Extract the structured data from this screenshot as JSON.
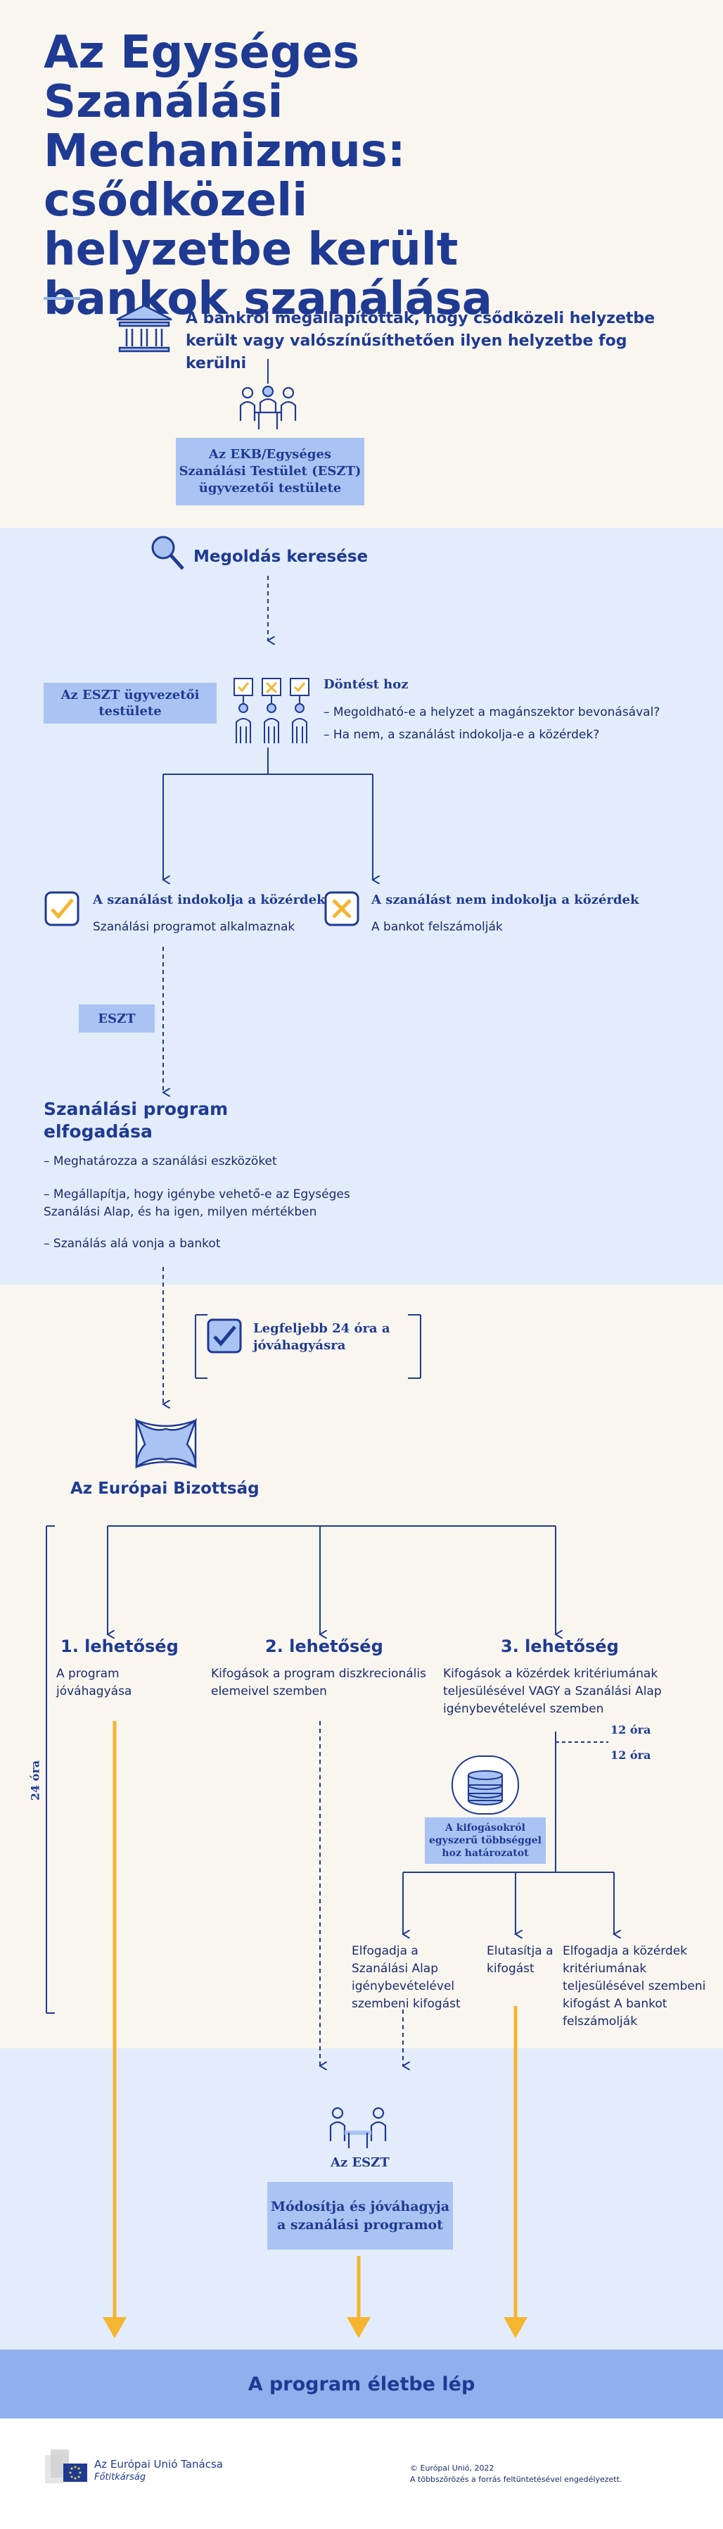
{
  "title": "Az Egységes Szanálási Mechanizmus: csődközeli helyzetbe került bankok szanálása",
  "intro": "A bankról megállapították, hogy csődközeli helyzetbe került vagy valószínűsíthetően ilyen helyzetbe fog kerülni",
  "ekb_box": "Az EKB/Egységes Szanálási Testület (ESZT) ügyvezetői testülete",
  "search_label": "Megoldás keresése",
  "eszt_board_box": "Az ESZT ügyvezetői testülete",
  "decision": {
    "heading": "Döntést hoz",
    "q1": "– Megoldható-e a helyzet a magánszektor bevonásával?",
    "q2": "– Ha nem, a szanálást indokolja-e a közérdek?"
  },
  "yes": {
    "heading": "A szanálást indokolja a közérdek",
    "text": "Szanálási programot alkalmaznak"
  },
  "no": {
    "heading": "A szanálást nem indokolja a közérdek",
    "text": "A bankot felszámolják"
  },
  "eszt_box": "ESZT",
  "program": {
    "heading": "Szanálási program elfogadása",
    "b1": "– Meghatározza a szanálási eszközöket",
    "b2": "– Megállapítja, hogy igénybe vehető-e az Egységes Szanálási Alap, és ha igen, milyen mértékben",
    "b3": "– Szanálás alá vonja a bankot"
  },
  "max_time": "Legfeljebb 24 óra a jóváhagyásra",
  "commission": "Az Európai Bizottság",
  "side_24": "24 óra",
  "options": [
    {
      "title": "1. lehetőség",
      "text": "A program jóváhagyása"
    },
    {
      "title": "2. lehetőség",
      "text": "Kifogások a program diszkrecionális elemeivel szemben"
    },
    {
      "title": "3. lehetőség",
      "text": "Kifogások a közérdek kritériumának teljesülésével VAGY a Szanálási Alap igénybevételével szemben"
    }
  ],
  "h12a": "12 óra",
  "h12b": "12 óra",
  "council_box": "A kifogásokról egyszerű többséggel hoz határozatot",
  "outcomes": [
    "Elfogadja a Szanálási Alap igénybevételével szembeni kifogást",
    "Elutasítja a kifogást",
    "Elfogadja a közérdek kritériumának teljesülésével szembeni kifogást A bankot felszámolják"
  ],
  "eszt_label": "Az ESZT",
  "modify_box": "Módosítja és jóváhagyja a szanálási programot",
  "final_bar": "A program életbe lép",
  "footer": {
    "org": "Az Európai Unió Tanácsa",
    "sub": "Főtitkárság",
    "copyright": "© Európai Unió, 2022",
    "note": "A többszörözés a forrás feltüntetésével engedélyezett."
  },
  "colors": {
    "navy": "#1f3a93",
    "light_blue": "#a9c4f2",
    "band": "#e3ecfa",
    "orange": "#f5b531",
    "final_bar": "#8fb0ec"
  }
}
